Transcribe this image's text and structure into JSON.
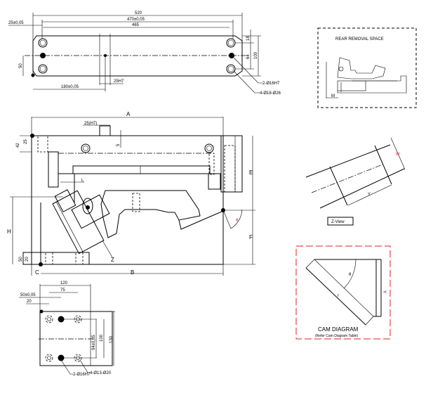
{
  "top_view": {
    "dims": {
      "overall": "520",
      "pitch": "470±0,05",
      "inner": "465",
      "left_offset": "25±0,05",
      "slot": "25H7",
      "center": "180±0,05",
      "height_left": "50",
      "edge": "18",
      "hole_pitch": "64",
      "height": "100"
    },
    "callouts": {
      "dowel": "2-Ø16H7",
      "bolt": "4-Ø18-Ø26"
    }
  },
  "front_view": {
    "dims": {
      "A": "A",
      "B": "B",
      "C": "C",
      "E": "E",
      "F": "F",
      "H": "H",
      "L": "L",
      "slot": "25(H7)",
      "five": "5",
      "d42": "42",
      "d25": "25",
      "d50": "50",
      "d20": "20"
    },
    "angle_label": "θ",
    "z_marker": "Z",
    "accent_color": "#e02020"
  },
  "base_view": {
    "dims": {
      "width": "120",
      "pitch": "75",
      "offset": "50±0,05",
      "edge": "20",
      "hole_pitch": "94±0,05",
      "inner": "100",
      "height": "130"
    },
    "callouts": {
      "dowel": "2-Ø16H7",
      "bolt": "4-Ø13-Ø20"
    }
  },
  "rear_removal": {
    "title": "REAR REMOVAL SPACE",
    "dim": "M"
  },
  "z_view": {
    "title": "Z-View",
    "width_label": "W",
    "y_label": "Y"
  },
  "cam_diagram": {
    "title": "CAM DIAGRAM",
    "subtitle": "(Refer Cam Diagram Table)",
    "angle_label": "θ",
    "stroke_label": "Y",
    "length_label": "r"
  }
}
